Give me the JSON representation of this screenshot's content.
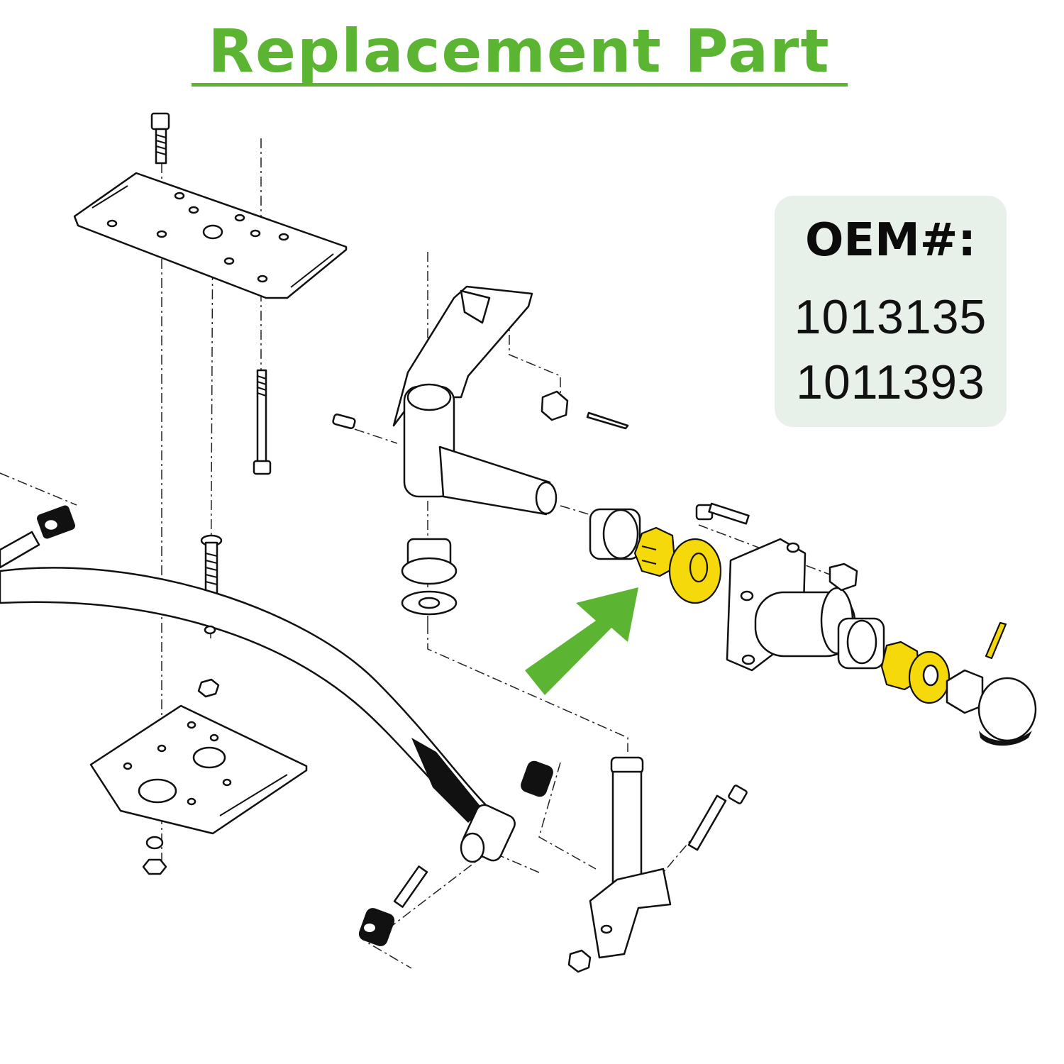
{
  "title": "Replacement Part",
  "colors": {
    "accent_green": "#5cb532",
    "highlight_yellow": "#f5d90a",
    "oem_box_bg": "#e8f0ea"
  },
  "oem": {
    "label": "OEM#:",
    "numbers": [
      "1013135",
      "1011393"
    ]
  },
  "icons": [
    "arrow-icon"
  ]
}
